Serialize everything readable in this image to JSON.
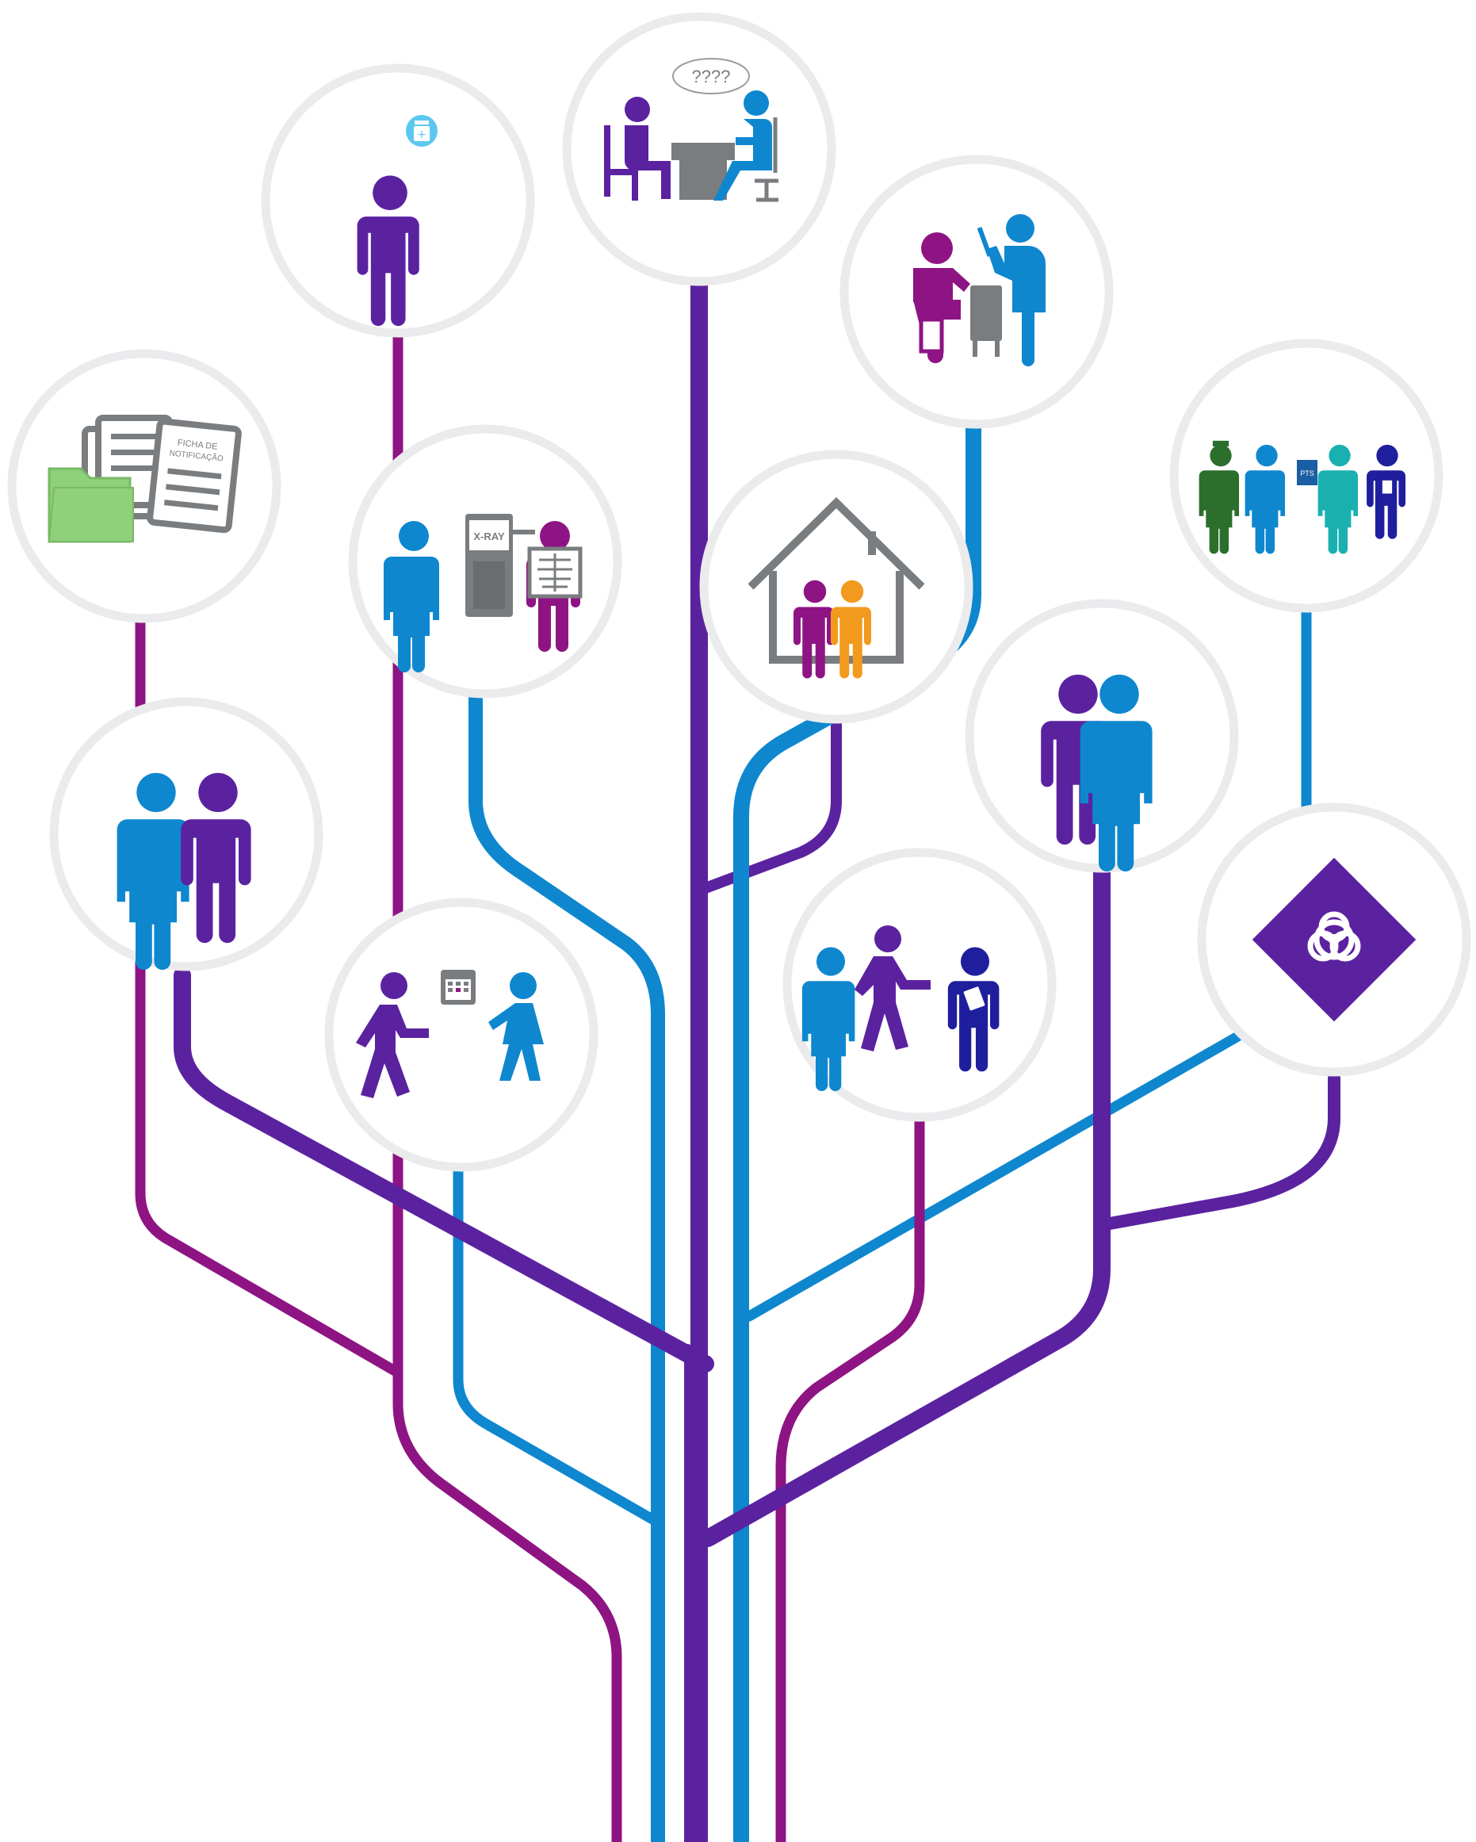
{
  "colors": {
    "purple": "#5b22a0",
    "magenta": "#8e1484",
    "blue": "#0e87cf",
    "node_ring": "#ebebed",
    "gray": "#7a7d80",
    "green": "#8fd17a",
    "orange": "#f29a1d",
    "dark_blue": "#1f1f9e",
    "teal": "#1ab0b0",
    "dark_green": "#2c6e2c"
  },
  "nodes": [
    {
      "id": "notification-forms",
      "icons": [
        "folder-icon",
        "document-icon",
        "notification-form-icon"
      ],
      "texts": {
        "form_line1": "FICHA DE",
        "form_line2": "NOTIFICAÇÃO"
      }
    },
    {
      "id": "patient-medication",
      "icons": [
        "person-icon",
        "medicine-bottle-icon"
      ],
      "texts": {}
    },
    {
      "id": "consultation",
      "icons": [
        "seated-patient-icon",
        "desk-icon",
        "seated-doctor-icon",
        "speech-bubble-icon"
      ],
      "texts": {
        "question": "????"
      }
    },
    {
      "id": "injection",
      "icons": [
        "patient-icon",
        "cabinet-icon",
        "nurse-syringe-icon"
      ],
      "texts": {}
    },
    {
      "id": "care-team",
      "icons": [
        "nurse-icon",
        "doctor-icon",
        "pts-document-icon",
        "health-worker-icon",
        "clipboard-worker-icon"
      ],
      "texts": {
        "pts": "PTS"
      }
    },
    {
      "id": "xray-exam",
      "icons": [
        "nurse-icon",
        "xray-machine-icon",
        "xray-patient-icon"
      ],
      "texts": {
        "xray": "X-RAY"
      }
    },
    {
      "id": "home-contacts",
      "icons": [
        "house-icon",
        "contact-adult-icon",
        "contact-child-icon"
      ],
      "texts": {}
    },
    {
      "id": "doctor-patient",
      "icons": [
        "doctor-icon",
        "patient-icon"
      ],
      "texts": {}
    },
    {
      "id": "patient-support",
      "icons": [
        "patient-icon",
        "nurse-icon"
      ],
      "texts": {}
    },
    {
      "id": "scheduled-visit",
      "icons": [
        "walking-person-icon",
        "calendar-icon",
        "walking-woman-icon"
      ],
      "texts": {}
    },
    {
      "id": "referral-walk",
      "icons": [
        "nurse-icon",
        "walking-patient-icon",
        "tablet-worker-icon"
      ],
      "texts": {}
    },
    {
      "id": "biohazard",
      "icons": [
        "biohazard-icon"
      ],
      "texts": {}
    }
  ]
}
